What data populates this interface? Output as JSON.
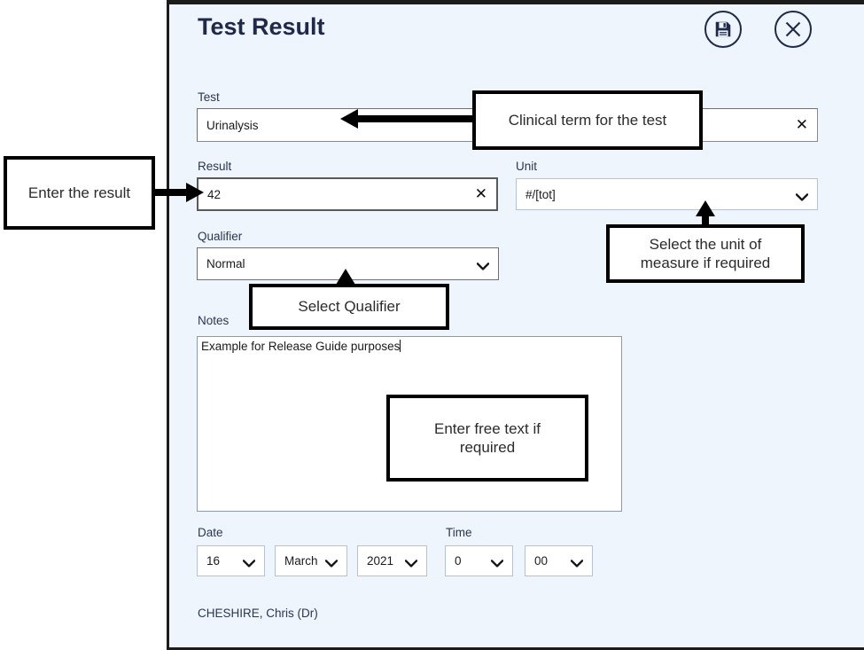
{
  "dialog": {
    "title": "Test Result",
    "save_icon": "save-floppy-icon",
    "close_icon": "close-x-icon"
  },
  "fields": {
    "test": {
      "label": "Test",
      "value": "Urinalysis",
      "clear_glyph": "✕"
    },
    "result": {
      "label": "Result",
      "value": "42",
      "clear_glyph": "✕"
    },
    "unit": {
      "label": "Unit",
      "value": "#/[tot]"
    },
    "qualifier": {
      "label": "Qualifier",
      "value": "Normal"
    },
    "notes": {
      "label": "Notes",
      "value": "Example for Release Guide purposes"
    },
    "date": {
      "label": "Date",
      "day": "16",
      "month": "March",
      "year": "2021"
    },
    "time": {
      "label": "Time",
      "hour": "0",
      "minute": "00"
    }
  },
  "footer": {
    "clinician": "CHESHIRE, Chris (Dr)"
  },
  "annotations": {
    "test": "Clinical term for the test",
    "result": "Enter the result",
    "unit": "Select the unit of\nmeasure if required",
    "qualifier": "Select Qualifier",
    "notes": "Enter free text if\nrequired"
  },
  "colors": {
    "panel_background": "#eef5fd",
    "panel_border": "#1c1c1c",
    "title_text": "#20294a",
    "field_border": "#8a8a8a",
    "annotation_border": "#000000"
  }
}
